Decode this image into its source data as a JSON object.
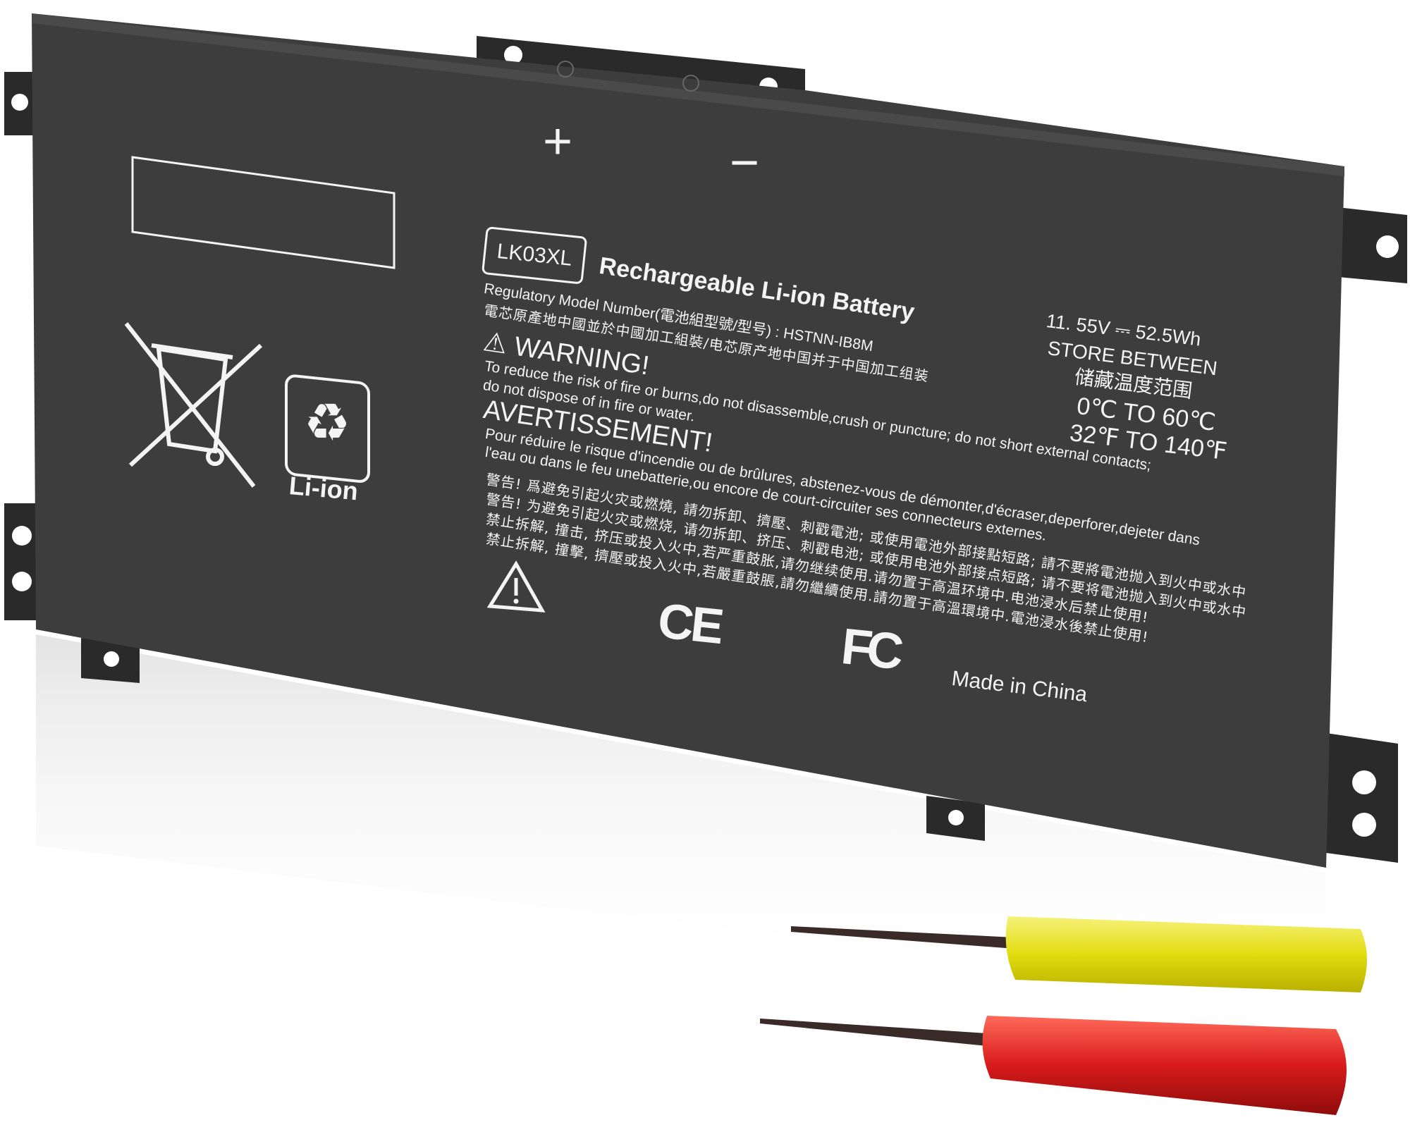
{
  "battery": {
    "model_code": "LK03XL",
    "title": "Rechargeable Li-ion Battery",
    "regulatory_line": "Regulatory Model  Number(電池組型號/型号) : HSTNN-IB8M",
    "origin_line": "電芯原產地中國並於中國加工組裝/电芯原产地中国并于中国加工组装",
    "warning_heading": "WARNING!",
    "warning_lines": [
      "To reduce the risk of fire or burns,do not disassemble,crush or puncture; do not short external contacts;",
      "do not dispose of in fire or water."
    ],
    "avertissement_heading": "AVERTISSEMENT!",
    "avertissement_lines": [
      "Pour réduire le risque d'incendie ou de brûlures, abstenez-vous de démonter,d'écraser,deperforer,dejeter dans",
      "l'eau ou dans le feu unebatterie,ou encore de court-circuiter ses connecteurs externes."
    ],
    "chinese_warning_lines": [
      "警告!  爲避免引起火灾或燃燒, 請勿拆卸、擠壓、刺戳電池; 或使用電池外部接點短路; 請不要將電池抛入到火中或水中",
      "警告!  为避免引起火灾或燃烧, 请勿拆卸、挤压、刺戳电池; 或使用电池外部接点短路; 请不要将電池抛入到火中或水中",
      "禁止拆解, 撞击, 挤压或投入火中,若严重鼓胀,请勿继续使用.请勿置于高温环境中.电池浸水后禁止使用!",
      "禁止拆解, 撞擊, 擠壓或投入火中,若嚴重鼓脹,請勿繼續使用.請勿置于高溫環境中.電池浸水後禁止使用!"
    ],
    "rating": "11. 55V ⎓ 52.5Wh",
    "store_lines": [
      "STORE BETWEEN",
      "储藏温度范围",
      "0℃ TO 60℃",
      "32℉ TO 140℉"
    ],
    "recycle_label": "Li-ion",
    "ce_mark": "CE",
    "fcc_mark": "FC",
    "made_in": "Made in China",
    "plus": "+",
    "minus": "−"
  },
  "colors": {
    "battery_body": "#3d3d3d",
    "print": "#f4f4f4",
    "yellow_handle": "#e6e21e",
    "red_handle": "#d81a1a",
    "shaft": "#3a2a28"
  },
  "icons": [
    "crossed-bin-icon",
    "recycle-icon",
    "warning-triangle-icon",
    "ce-mark-icon",
    "fcc-logo-icon"
  ]
}
